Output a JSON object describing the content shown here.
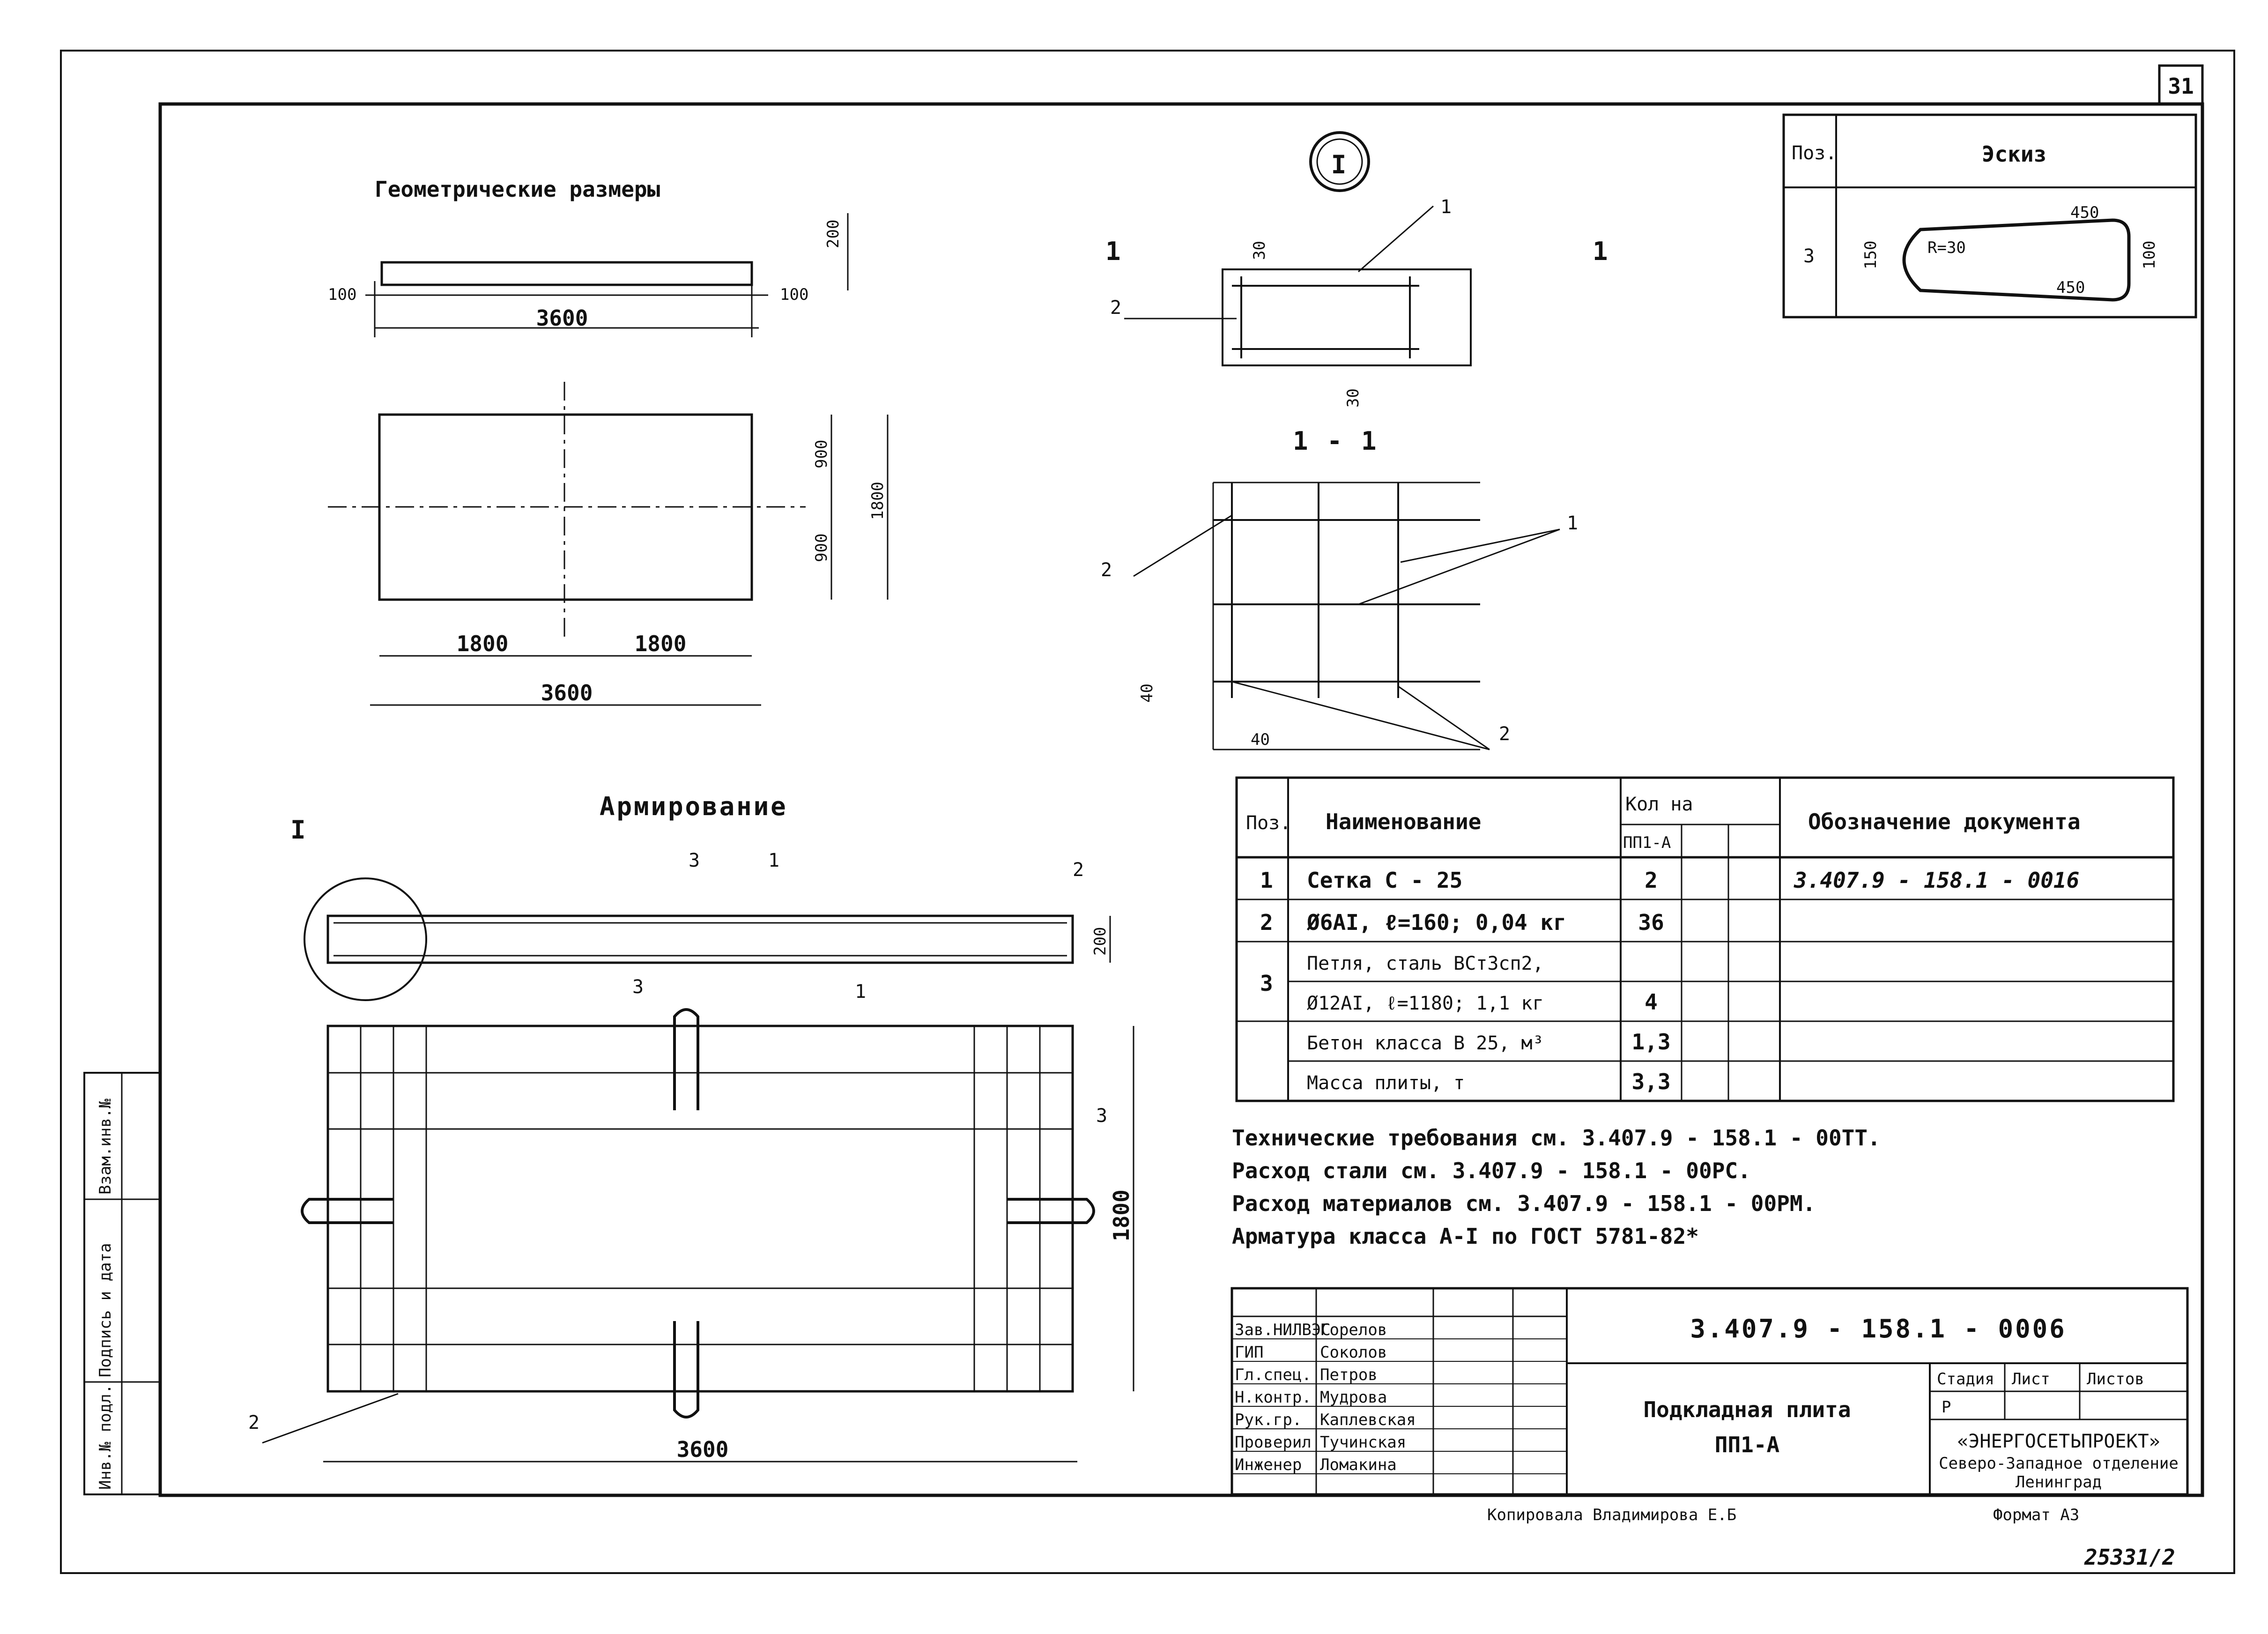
{
  "sheet": {
    "page_number": "31",
    "copy_number": "25331/2",
    "copied_by": "Копировала  Владимирова  Е.Б",
    "format": "Формат  А3"
  },
  "sections": {
    "geometry_title": "Геометрические    размеры",
    "reinforcement_title": "Армирование",
    "detail_mark": "I",
    "section_label": "1 - 1",
    "cut_mark": "1"
  },
  "dimensions": {
    "plate_length": "3600",
    "plate_width": "1800",
    "plate_thickness": "200",
    "offset": "100",
    "half_width": "900",
    "half_length": "1800",
    "cover_30": "30",
    "cover_40": "40"
  },
  "callouts": {
    "pos1": "1",
    "pos2": "2",
    "pos3": "3"
  },
  "sketch": {
    "header_pos": "Поз.",
    "header_sketch": "Эскиз",
    "pos": "3",
    "dim_top": "450",
    "dim_bottom": "450",
    "dim_left": "150",
    "dim_right": "100",
    "radius": "R=30"
  },
  "spec_table": {
    "headers": {
      "pos": "Поз.",
      "name": "Наименование",
      "qty": "Кол на",
      "qty_sub": "ПП1-А",
      "doc": "Обозначение документа"
    },
    "rows": [
      {
        "pos": "1",
        "name": "Сетка     С - 25",
        "qty": "2",
        "doc": "3.407.9 - 158.1 - 0016"
      },
      {
        "pos": "2",
        "name": "Ø6АI,   ℓ=160;   0,04 кг",
        "qty": "36",
        "doc": ""
      },
      {
        "pos": "3",
        "name": "Петля, сталь ВСт3сп2,",
        "qty": "",
        "doc": ""
      },
      {
        "pos": "",
        "name": "Ø12АI,   ℓ=1180;   1,1 кг",
        "qty": "4",
        "doc": ""
      },
      {
        "pos": "",
        "name": "Бетон  класса В 25, м³",
        "qty": "1,3",
        "doc": ""
      },
      {
        "pos": "",
        "name": "Масса   плиты,   т",
        "qty": "3,3",
        "doc": ""
      }
    ]
  },
  "notes": [
    "Технические  требования   см.  3.407.9 - 158.1 - 00ТТ.",
    "Расход  стали  см.  3.407.9 - 158.1 - 00РС.",
    "Расход  материалов  см.  3.407.9 - 158.1 - 00РМ.",
    "Арматура  класса  А-I  по  ГОСТ 5781-82*"
  ],
  "title_block": {
    "doc_number": "3.407.9 - 158.1 - 0006",
    "item_name": "Подкладная  плита",
    "item_mark": "ПП1-А",
    "stage_label": "Стадия",
    "sheet_label": "Лист",
    "sheets_label": "Листов",
    "stage_value": "Р",
    "org_name": "«ЭНЕРГОСЕТЬПРОЕКТ»",
    "org_line2": "Северо-Западное отделение",
    "org_line3": "Ленинград",
    "staff": [
      {
        "role": "Зав.НИЛВЭС",
        "name": "Горелов"
      },
      {
        "role": "ГИП",
        "name": "Соколов"
      },
      {
        "role": "Гл.спец.",
        "name": "Петров"
      },
      {
        "role": "Н.контр.",
        "name": "Мудрова"
      },
      {
        "role": "Рук.гр.",
        "name": "Каплевская"
      },
      {
        "role": "Проверил",
        "name": "Тучинская"
      },
      {
        "role": "Инженер",
        "name": "Ломакина"
      }
    ]
  },
  "margin_stamp": [
    "Инв.№ подл.",
    "Подпись и дата",
    "Взам.инв.№"
  ]
}
